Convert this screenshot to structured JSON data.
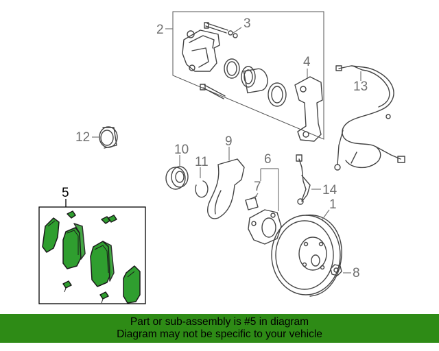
{
  "callouts": {
    "n1": "1",
    "n2": "2",
    "n3": "3",
    "n4": "4",
    "n5": "5",
    "n6": "6",
    "n7": "7",
    "n8": "8",
    "n9": "9",
    "n10": "10",
    "n11": "11",
    "n12": "12",
    "n13": "13",
    "n14": "14"
  },
  "banner": {
    "line1": "Part or sub-assembly is #5 in diagram",
    "line2": "Diagram may not be specific to your vehicle"
  },
  "colors": {
    "highlight": "#2e8b16",
    "pad_fill": "#2f9e2f",
    "callout_gray": "#6f6f6f"
  }
}
